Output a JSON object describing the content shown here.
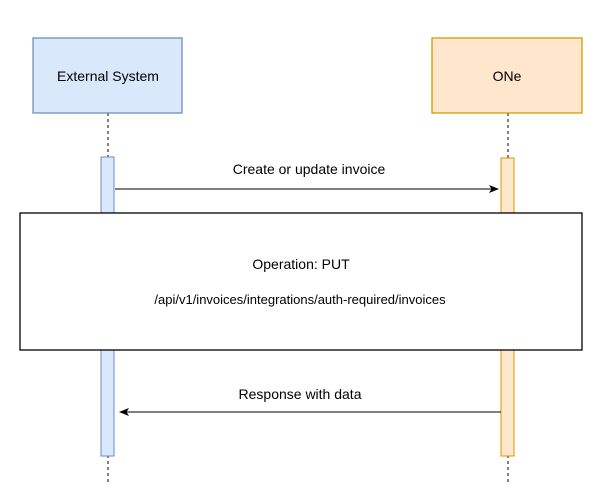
{
  "participants": {
    "left": {
      "name": "External System"
    },
    "right": {
      "name": "ONe"
    }
  },
  "messages": {
    "request": {
      "label": "Create or update invoice"
    },
    "response": {
      "label": "Response with data"
    }
  },
  "note": {
    "operation": "Operation: PUT",
    "endpoint": "/api/v1/invoices/integrations/auth-required/invoices"
  },
  "colors": {
    "left_fill": "#dae8fc",
    "left_stroke": "#6c8ebf",
    "right_fill": "#ffe6cc",
    "right_stroke": "#d79b00",
    "line": "#000000"
  }
}
